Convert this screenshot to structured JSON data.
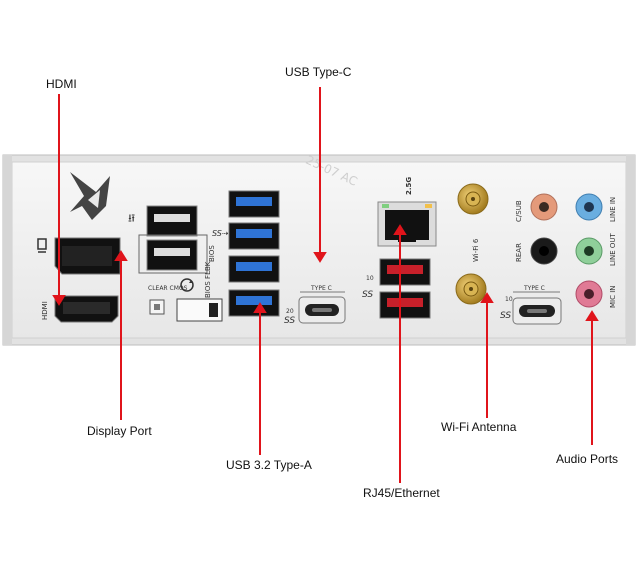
{
  "labels": {
    "hdmi": "HDMI",
    "usb_type_c": "USB Type-C",
    "display_port": "Display Port",
    "usb_32_type_a": "USB 3.2 Type-A",
    "rj45_ethernet": "RJ45/Ethernet",
    "wifi_antenna": "Wi-Fi Antenna",
    "audio_ports": "Audio Ports"
  },
  "panel_text": {
    "hdmi": "HDMI",
    "clear_cmos": "CLEAR CMOS",
    "bios_flbk": "BIOS FLBK",
    "bios": "BIOS",
    "ss_20": "20",
    "ss_10": "10",
    "type_c": "TYPE C",
    "two_point_five_g": "2.5G",
    "wifi_6": "Wi-Fi 6",
    "c_sub": "C/SUB",
    "rear": "REAR",
    "line_in": "LINE IN",
    "line_out": "LINE OUT",
    "mic_in": "MIC IN"
  },
  "colors": {
    "arrow": "#e0141b",
    "usb3_blue": "#2f74d6",
    "usb_red": "#c8202a",
    "antenna_gold": "#c9a23a",
    "audio_orange": "#e49a7a",
    "audio_blue": "#6aaee0",
    "audio_green": "#8fcf9a",
    "audio_pink": "#e07a95"
  }
}
